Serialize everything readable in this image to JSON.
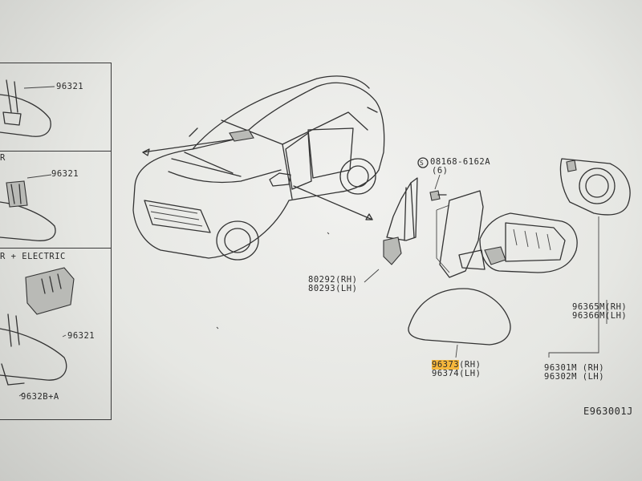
{
  "left_panels": {
    "panel1": {
      "part_no": "96321"
    },
    "panel2": {
      "title_fragment": "R",
      "part_no": "96321"
    },
    "panel3": {
      "title_fragment": "R + ELECTRIC",
      "part_no_a": "96321",
      "part_no_b": "9632B+A"
    }
  },
  "labels": {
    "bolt_code": "08168-6162A",
    "bolt_qty": "(6)",
    "bolt_symbol": "S",
    "bracket_rh": "80292(RH)",
    "bracket_lh": "80293(LH)",
    "cover_rh_part": "96373",
    "cover_rh_suffix": "(RH)",
    "cover_lh": "96374(LH)",
    "glass_rh": "96365M(RH)",
    "glass_lh": "96366M(LH)",
    "assy_rh": "96301M (RH)",
    "assy_lh": "96302M (LH)",
    "figure_code": "E963001J"
  }
}
